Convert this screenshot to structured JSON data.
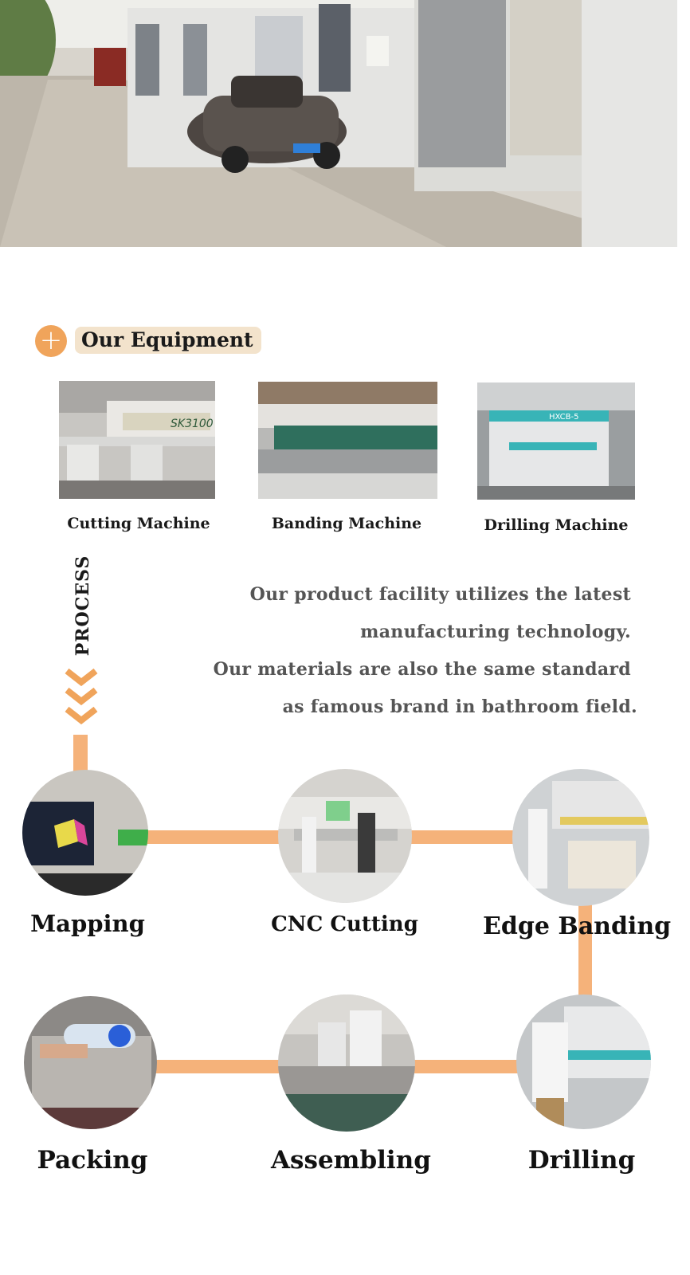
{
  "section_title": "Our Equipment",
  "equipment": [
    {
      "label": "Cutting Machine",
      "screen_text": "SK3100"
    },
    {
      "label": "Banding Machine"
    },
    {
      "label": "Drilling Machine",
      "screen_text": "HXCB-5"
    }
  ],
  "process_label": "PROCESS",
  "description": [
    "Our product facility utilizes the latest",
    "manufacturing technology.",
    "Our materials are also the same standard",
    "as famous brand in bathroom field."
  ],
  "steps": [
    "Mapping",
    "CNC Cutting",
    "Edge Banding",
    "Packing",
    "Assembling",
    "Drilling"
  ],
  "colors": {
    "accent": "#f0a45b",
    "line": "#f5b27a",
    "title_bg": "#f3e3cc"
  }
}
